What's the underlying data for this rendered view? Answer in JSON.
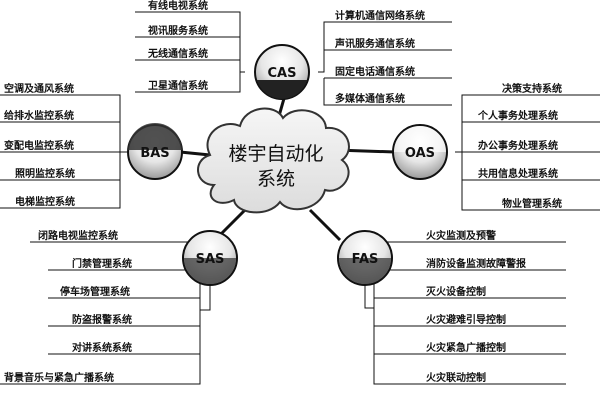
{
  "center": {
    "line1": "楼宇自动化",
    "line2": "系统"
  },
  "nodes": {
    "cas": {
      "label": "CAS",
      "items_left": [
        "有线电视系统",
        "视讯服务系统",
        "无线通信系统",
        "卫星通信系统"
      ],
      "items_right": [
        "计算机通信网络系统",
        "声讯服务通信系统",
        "固定电话通信系统",
        "多媒体通信系统"
      ]
    },
    "bas": {
      "label": "BAS",
      "items": [
        "空调及通风系统",
        "给排水监控系统",
        "变配电监控系统",
        "照明监控系统",
        "电梯监控系统"
      ]
    },
    "oas": {
      "label": "OAS",
      "items": [
        "决策支持系统",
        "个人事务处理系统",
        "办公事务处理系统",
        "共用信息处理系统",
        "物业管理系统"
      ]
    },
    "sas": {
      "label": "SAS",
      "items": [
        "闭路电视监控系统",
        "门禁管理系统",
        "停车场管理系统",
        "防盗报警系统",
        "对讲系统系统",
        "背景音乐与紧急广播系统"
      ]
    },
    "fas": {
      "label": "FAS",
      "items": [
        "火灾监测及预警",
        "消防设备监测故障警报",
        "灭火设备控制",
        "火灾避难引导控制",
        "火灾紧急广播控制",
        "火灾联动控制"
      ]
    }
  }
}
